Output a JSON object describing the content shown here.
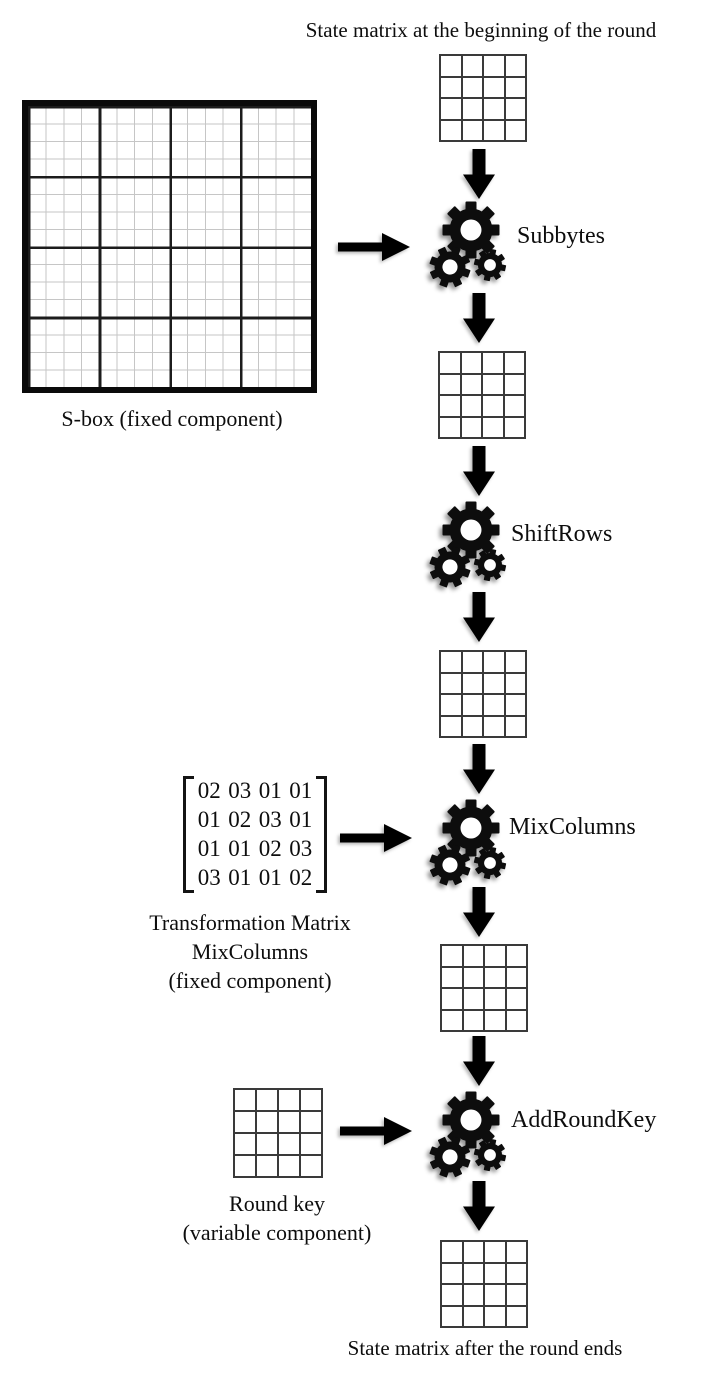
{
  "titles": {
    "top": "State matrix at the beginning of the round",
    "bottom": "State matrix after the round ends"
  },
  "sbox": {
    "label": "S-box (fixed component)"
  },
  "steps": [
    {
      "label": "Subbytes"
    },
    {
      "label": "ShiftRows"
    },
    {
      "label": "MixColumns"
    },
    {
      "label": "AddRoundKey"
    }
  ],
  "mix_matrix": {
    "rows": [
      [
        "02",
        "03",
        "01",
        "01"
      ],
      [
        "01",
        "02",
        "03",
        "01"
      ],
      [
        "01",
        "01",
        "02",
        "03"
      ],
      [
        "03",
        "01",
        "01",
        "02"
      ]
    ],
    "caption_lines": [
      "Transformation Matrix",
      "MixColumns",
      "(fixed component)"
    ]
  },
  "round_key": {
    "caption_lines": [
      "Round key",
      "(variable component)"
    ]
  },
  "icons": {
    "process": "gears-icon",
    "flow_down": "arrow-down-icon",
    "input_right": "arrow-right-icon"
  },
  "colors": {
    "ink": "#0d0d0d",
    "grid_line": "#3a3a3a",
    "sbox_border": "#0a0a0a",
    "sbox_fine_line": "#c6c6c6",
    "background": "#ffffff"
  }
}
